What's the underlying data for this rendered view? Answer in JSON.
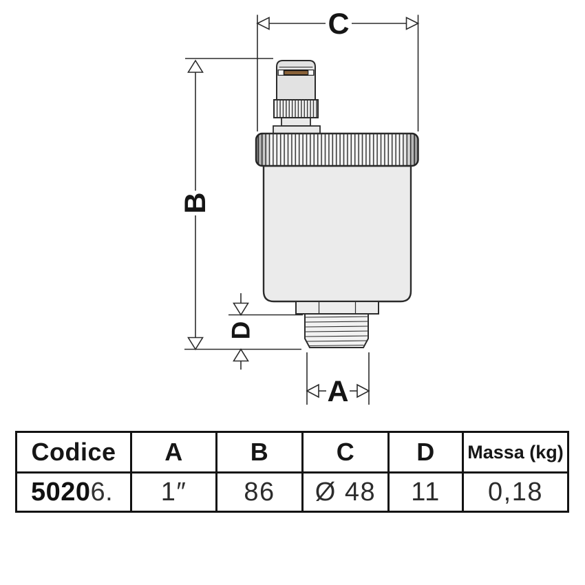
{
  "diagram": {
    "labels": {
      "width_top": "C",
      "height": "B",
      "thread_length": "D",
      "thread_width": "A"
    },
    "colors": {
      "slot": "#8a6239",
      "body": "#ebebeb",
      "line": "#2b2b2b"
    }
  },
  "table": {
    "headers": [
      "Codice",
      "A",
      "B",
      "C",
      "D",
      "Massa (kg)"
    ],
    "row": {
      "code_bold": "5020",
      "code_suffix": "6.",
      "a": "1″",
      "b": "86",
      "c": "Ø 48",
      "d": "11",
      "massa_kg": "0,18"
    }
  }
}
